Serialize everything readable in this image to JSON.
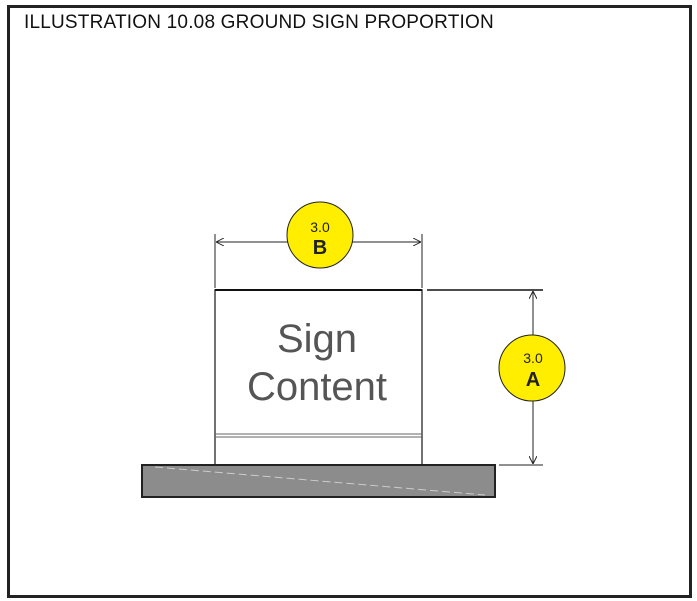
{
  "title": "ILLUSTRATION 10.08 GROUND SIGN PROPORTION",
  "sign": {
    "line1": "Sign",
    "line2": "Content"
  },
  "dimension_b": {
    "value": "3.0",
    "letter": "B"
  },
  "dimension_a": {
    "value": "3.0",
    "letter": "A"
  },
  "colors": {
    "marker": "#ffee00",
    "base": "#8c8c8c",
    "text": "#555555"
  }
}
